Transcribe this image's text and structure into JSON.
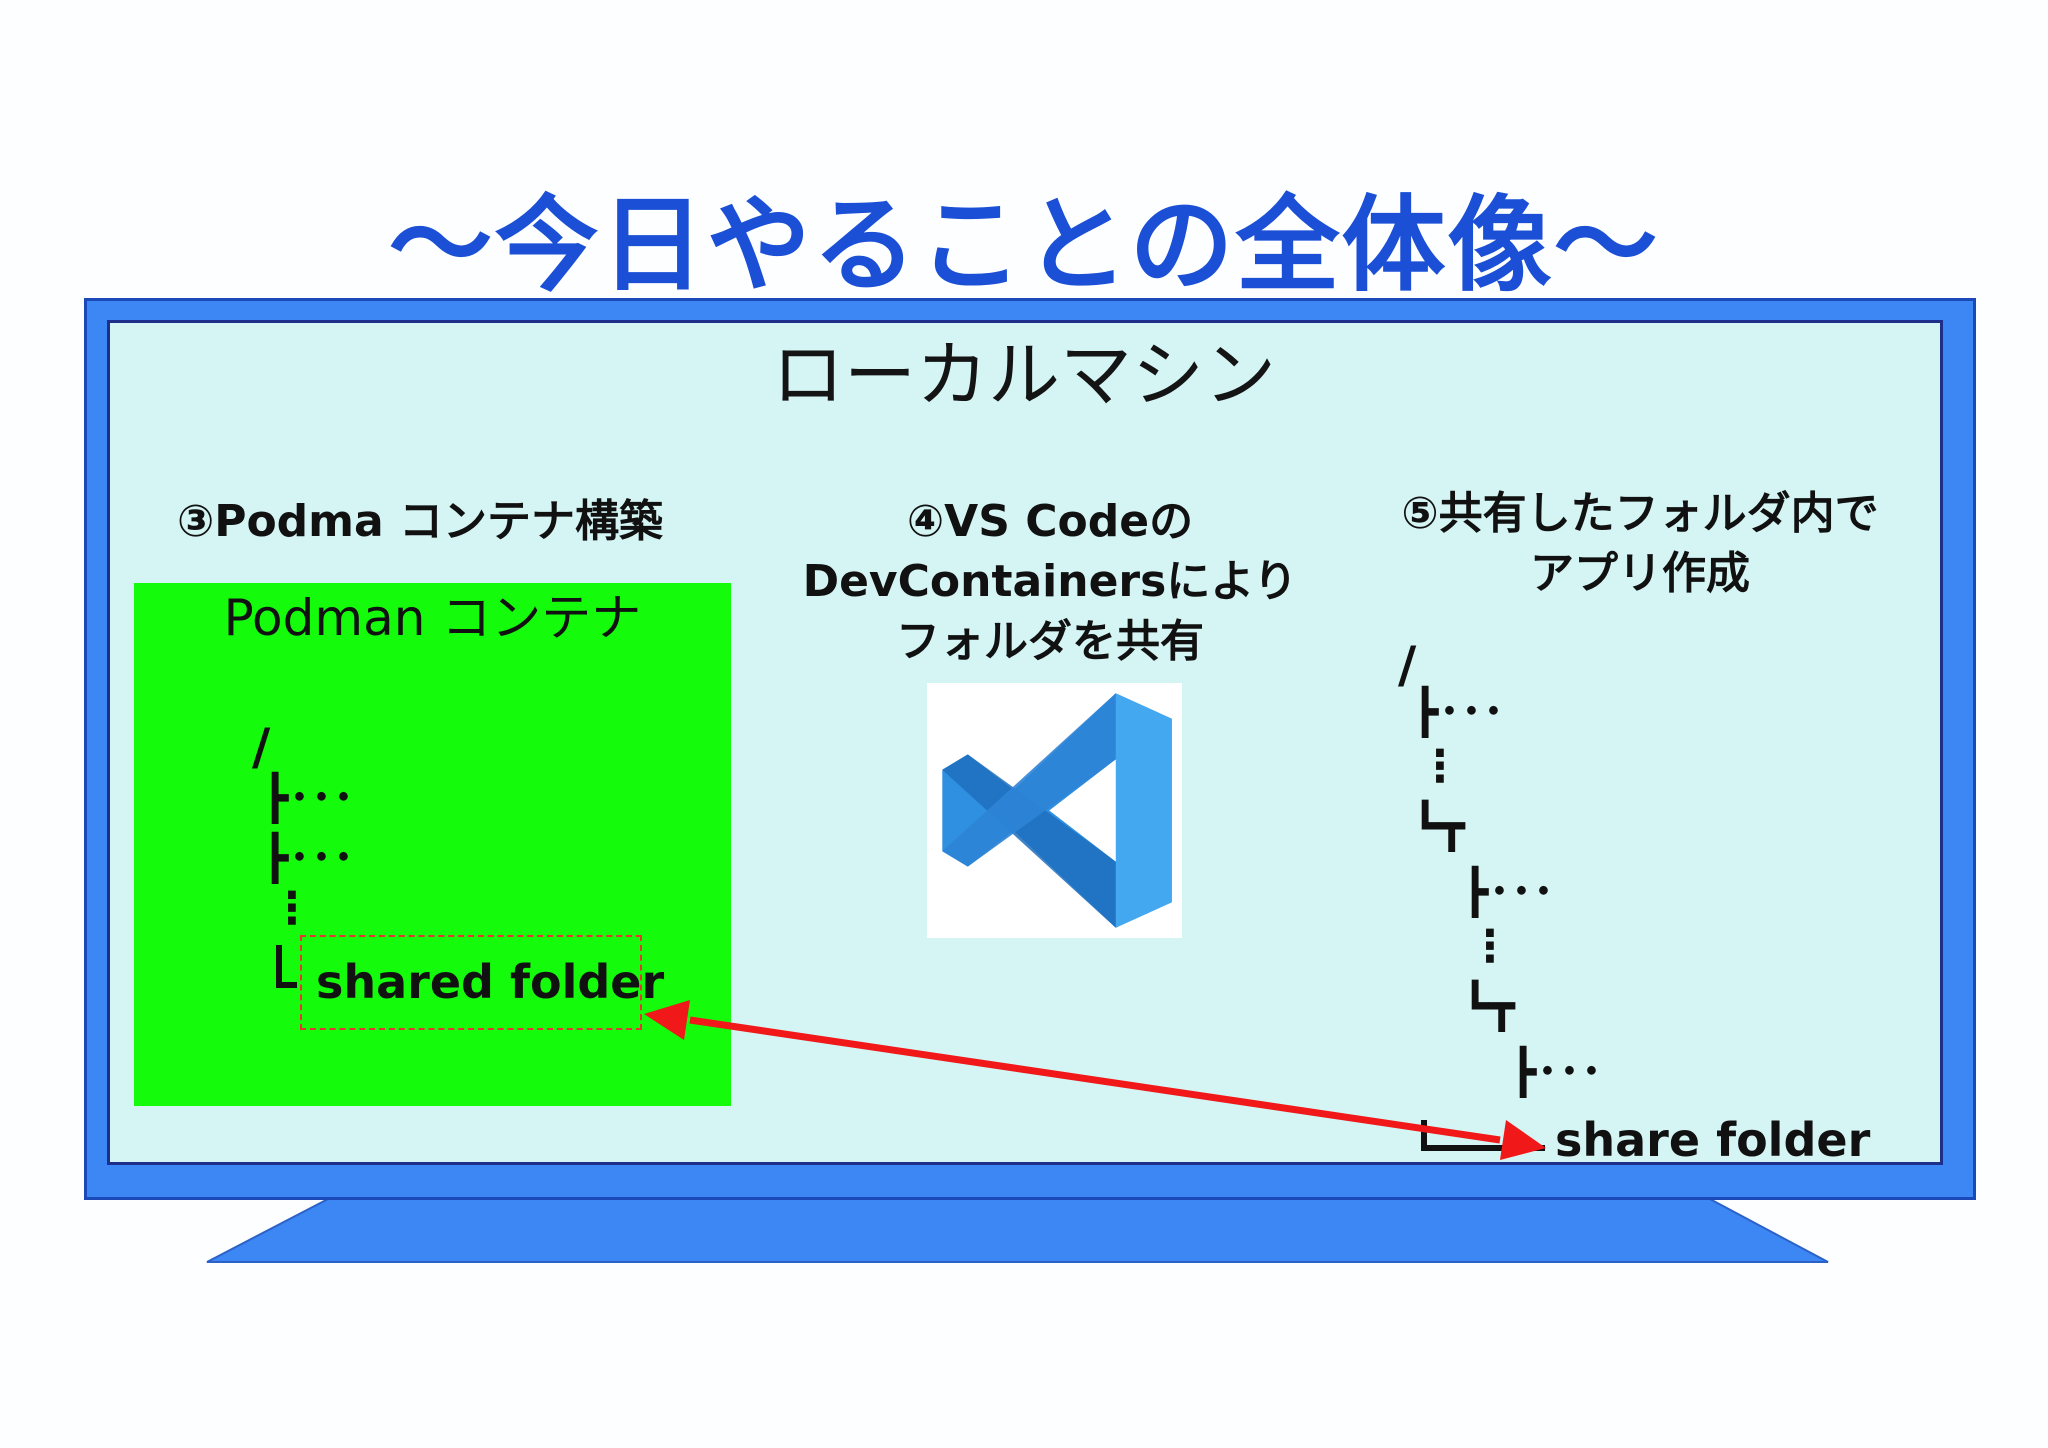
{
  "title": "～今日やることの全体像～",
  "machine": {
    "label": "ローカルマシン"
  },
  "steps": {
    "step3": "③Podma コンテナ構築",
    "step4_line1": "④VS Codeの",
    "step4_line2": "DevContainersにより",
    "step4_line3": "フォルダを共有",
    "step5_line1": "⑤共有したフォルダ内で",
    "step5_line2": "アプリ作成"
  },
  "container": {
    "label": "Podman コンテナ",
    "tree_root": "/",
    "tree_items": [
      "┣･･･",
      "┣･･･",
      "⋮"
    ],
    "shared_folder": "shared folder"
  },
  "local_tree": {
    "root": "/",
    "items": [
      "┣･･･",
      "⋮",
      "┗┳",
      "┣･･･",
      "⋮",
      "┗┳",
      "┣･･･"
    ],
    "share_folder": "share folder"
  },
  "icons": {
    "vscode": "vscode-logo-icon",
    "arrow": "double-arrow-icon"
  },
  "colors": {
    "title": "#1a4fd6",
    "monitor": "#3c87f4",
    "screen": "#d5f4f4",
    "container": "#14fc0b",
    "arrow": "#f01818",
    "vscode_light": "#3fa9f5",
    "vscode_dark": "#1f6ebd"
  }
}
